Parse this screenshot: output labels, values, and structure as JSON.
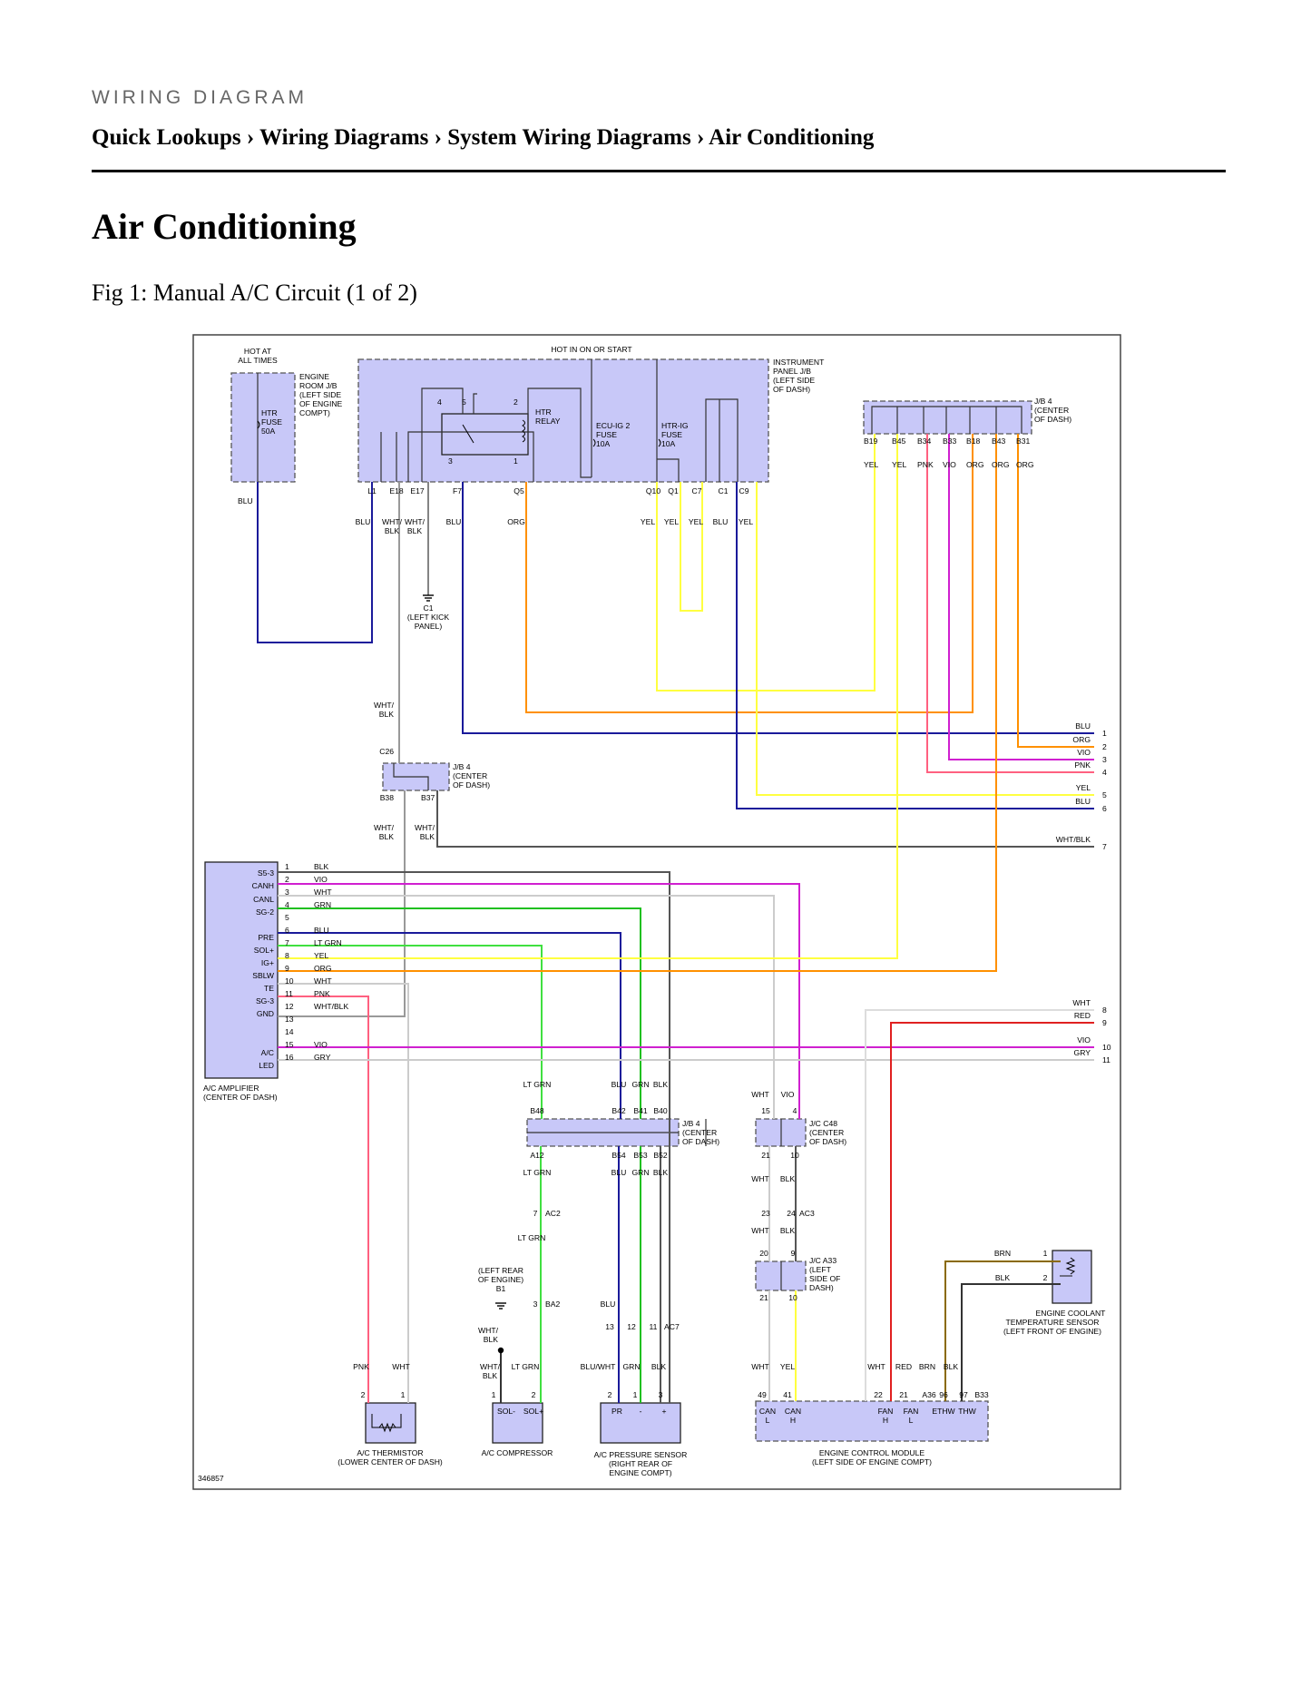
{
  "header": {
    "kicker": "WIRING DIAGRAM",
    "breadcrumb": "Quick Lookups › Wiring Diagrams › System Wiring Diagrams › Air Conditioning"
  },
  "page": {
    "title": "Air Conditioning",
    "figure_caption": "Fig 1: Manual A/C Circuit (1 of 2)"
  },
  "diagram": {
    "figure_id": "346857",
    "labels": {
      "hot_at_all_times": [
        "HOT AT",
        "ALL TIMES"
      ],
      "hot_in_on": "HOT IN ON OR START",
      "engine_room_jb": [
        "ENGINE",
        "ROOM J/B",
        "(LEFT SIDE",
        "OF ENGINE",
        "COMPT)"
      ],
      "htr_fuse": [
        "HTR",
        "FUSE",
        "50A"
      ],
      "instrument_panel_jb": [
        "INSTRUMENT",
        "PANEL J/B",
        "(LEFT SIDE",
        "OF DASH)"
      ],
      "htr_relay": [
        "HTR",
        "RELAY"
      ],
      "ecu_ig2": [
        "ECU-IG 2",
        "FUSE",
        "10A"
      ],
      "htr_ig": [
        "HTR-IG",
        "FUSE",
        "10A"
      ],
      "jb4_center": [
        "J/B 4",
        "(CENTER",
        "OF DASH)"
      ],
      "ground_c1": [
        "C1",
        "(LEFT KICK",
        "PANEL)"
      ],
      "amplifier": [
        "A/C AMPLIFIER",
        "(CENTER OF DASH)"
      ],
      "jc_c48": [
        "J/C C48",
        "(CENTER",
        "OF DASH)"
      ],
      "jc_a33": [
        "J/C A33",
        "(LEFT",
        "SIDE OF",
        "DASH)"
      ],
      "left_rear": [
        "(LEFT REAR",
        "OF ENGINE)",
        "B1"
      ],
      "ect_sensor": [
        "ENGINE COOLANT",
        "TEMPERATURE SENSOR",
        "(LEFT FRONT OF ENGINE)"
      ],
      "thermistor": [
        "A/C THERMISTOR",
        "(LOWER CENTER OF DASH)"
      ],
      "compressor": "A/C COMPRESSOR",
      "pressure_sensor": [
        "A/C PRESSURE SENSOR",
        "(RIGHT REAR OF",
        "ENGINE COMPT)"
      ],
      "ecm": [
        "ENGINE CONTROL MODULE",
        "(LEFT SIDE OF ENGINE COMPT)"
      ]
    },
    "ipjb_pins": [
      "L1",
      "E18",
      "E17",
      "F7",
      "Q5",
      "Q10",
      "Q1",
      "C7",
      "C1",
      "C9"
    ],
    "ipjb_colors": [
      "BLU",
      "WHT/",
      "BLK",
      "WHT/",
      "BLK",
      "BLU",
      "ORG",
      "YEL",
      "YEL",
      "YEL",
      "BLU",
      "YEL"
    ],
    "jb4_top_pins": [
      "B19",
      "B45",
      "B34",
      "B33",
      "B18",
      "B43",
      "B31"
    ],
    "jb4_top_colors": [
      "YEL",
      "YEL",
      "PNK",
      "VIO",
      "ORG",
      "ORG",
      "ORG"
    ],
    "relay_pins": [
      "4",
      "5",
      "2",
      "3",
      "1"
    ],
    "misc_labels": [
      "BLU",
      "WHT/",
      "BLK",
      "C26",
      "B38",
      "B37",
      "WHT/",
      "BLK",
      "WHT/",
      "BLK"
    ],
    "right_edge": [
      {
        "color": "BLU",
        "pin": "1"
      },
      {
        "color": "ORG",
        "pin": "2"
      },
      {
        "color": "VIO",
        "pin": "3"
      },
      {
        "color": "PNK",
        "pin": "4"
      },
      {
        "color": "YEL",
        "pin": "5"
      },
      {
        "color": "BLU",
        "pin": "6"
      },
      {
        "color": "WHT/BLK",
        "pin": "7"
      },
      {
        "color": "WHT",
        "pin": "8"
      },
      {
        "color": "RED",
        "pin": "9"
      },
      {
        "color": "VIO",
        "pin": "10"
      },
      {
        "color": "GRY",
        "pin": "11"
      }
    ],
    "amplifier_terminals": [
      "S5-3",
      "CANH",
      "CANL",
      "SG-2",
      "PRE",
      "SOL+",
      "IG+",
      "SBLW",
      "TE",
      "SG-3",
      "GND",
      "A/C",
      "LED"
    ],
    "amplifier_pins": [
      "1",
      "2",
      "3",
      "4",
      "5",
      "6",
      "7",
      "8",
      "9",
      "10",
      "11",
      "12",
      "13",
      "14",
      "15",
      "16"
    ],
    "amplifier_wires": [
      "BLK",
      "VIO",
      "WHT",
      "GRN",
      "BLU",
      "LT GRN",
      "YEL",
      "ORG",
      "WHT",
      "PNK",
      "WHT/BLK",
      "VIO",
      "GRY"
    ],
    "jb4_lower": {
      "top_colors": [
        "LT GRN",
        "BLU",
        "GRN",
        "BLK"
      ],
      "top_pins": [
        "B48",
        "B42",
        "B41",
        "B40"
      ],
      "bottom_pins": [
        "A12",
        "B54",
        "B53",
        "B52"
      ],
      "bottom_colors": [
        "LT GRN",
        "BLU",
        "GRN",
        "BLK"
      ]
    },
    "jc_c48_data": {
      "top_colors": [
        "WHT",
        "VIO"
      ],
      "top_pins": [
        "15",
        "4"
      ],
      "bottom_pins": [
        "21",
        "10"
      ],
      "bottom_colors": [
        "WHT",
        "BLK"
      ]
    },
    "ac3": {
      "pins": [
        "23",
        "24"
      ],
      "connector": "AC3",
      "colors": [
        "WHT",
        "BLK"
      ]
    },
    "jc_a33_data": {
      "top_pins": [
        "20",
        "9"
      ],
      "bottom_pins": [
        "21",
        "10"
      ]
    },
    "ac2": {
      "pin": "7",
      "connector": "AC2",
      "color": "LT GRN"
    },
    "ba2": {
      "pin": "3",
      "connector": "BA2",
      "color": "BLU"
    },
    "ac7": {
      "pins": [
        "13",
        "12",
        "11"
      ],
      "connector": "AC7"
    },
    "ground_b1_colors": [
      "WHT/",
      "BLK"
    ],
    "ect_wires": [
      {
        "color": "BRN",
        "pin": "1"
      },
      {
        "color": "BLK",
        "pin": "2"
      }
    ],
    "bottom_colors": [
      "PNK",
      "WHT",
      "WHT/",
      "BLK",
      "LT GRN",
      "BLU/WHT",
      "GRN",
      "BLK",
      "WHT",
      "YEL",
      "WHT",
      "RED",
      "BRN",
      "BLK"
    ],
    "thermistor_pins": [
      "2",
      "1"
    ],
    "compressor_pins": [
      "1",
      "2"
    ],
    "compressor_terms": [
      "SOL-",
      "SOL+"
    ],
    "pressure_pins": [
      "2",
      "1",
      "3"
    ],
    "pressure_terms": [
      "PR",
      "-",
      "+"
    ],
    "ecm_pins": [
      "49",
      "41",
      "22",
      "21",
      "A36",
      "96",
      "97",
      "B33"
    ],
    "ecm_terms": [
      "CAN",
      "L",
      "CAN",
      "H",
      "FAN",
      "H",
      "FAN",
      "L",
      "ETHW",
      "THW"
    ]
  }
}
